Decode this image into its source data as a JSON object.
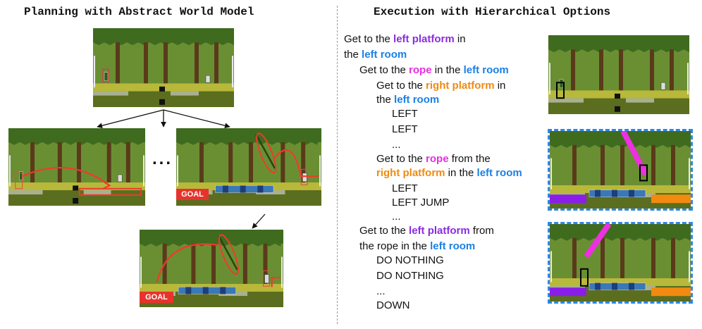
{
  "titles": {
    "left": "Planning with Abstract World Model",
    "right": "Execution with Hierarchical Options"
  },
  "ellipsis": "...",
  "goal_label": "GOAL",
  "colors": {
    "left_platform": "#8b2be2",
    "left_room": "#1a80e6",
    "rope": "#e82ee0",
    "right_platform": "#f08a12",
    "plan_arrow": "#ee3b2b",
    "highlight_border": "#2f87e8"
  },
  "instructions": [
    {
      "parts": [
        {
          "t": "Get to the "
        },
        {
          "t": "left platform",
          "c": "purple"
        },
        {
          "t": " in"
        }
      ]
    },
    {
      "parts": [
        {
          "t": "the "
        },
        {
          "t": "left room",
          "c": "blue"
        }
      ]
    },
    {
      "parts": [
        {
          "t": "Get to the "
        },
        {
          "t": "rope",
          "c": "magenta"
        },
        {
          "t": " in the "
        },
        {
          "t": "left room",
          "c": "blue"
        }
      ]
    },
    {
      "parts": [
        {
          "t": "Get to the "
        },
        {
          "t": "right platform",
          "c": "orange"
        },
        {
          "t": " in"
        }
      ]
    },
    {
      "parts": [
        {
          "t": "the "
        },
        {
          "t": "left room",
          "c": "blue"
        }
      ]
    },
    {
      "parts": [
        {
          "t": "LEFT"
        }
      ]
    },
    {
      "parts": [
        {
          "t": "LEFT"
        }
      ]
    },
    {
      "parts": [
        {
          "t": "..."
        }
      ]
    },
    {
      "parts": [
        {
          "t": "Get to the "
        },
        {
          "t": "rope",
          "c": "magenta"
        },
        {
          "t": " from the"
        }
      ]
    },
    {
      "parts": [
        {
          "t": "right platform",
          "c": "orange"
        },
        {
          "t": " in the "
        },
        {
          "t": "left room",
          "c": "blue"
        }
      ]
    },
    {
      "parts": [
        {
          "t": "LEFT"
        }
      ]
    },
    {
      "parts": [
        {
          "t": "LEFT JUMP"
        }
      ]
    },
    {
      "parts": [
        {
          "t": "..."
        }
      ]
    },
    {
      "parts": [
        {
          "t": "Get to the "
        },
        {
          "t": "left platform",
          "c": "purple"
        },
        {
          "t": " from"
        }
      ]
    },
    {
      "parts": [
        {
          "t": "the rope in the "
        },
        {
          "t": "left room",
          "c": "blue"
        }
      ]
    },
    {
      "parts": [
        {
          "t": "DO NOTHING"
        }
      ]
    },
    {
      "parts": [
        {
          "t": "DO NOTHING"
        }
      ]
    },
    {
      "parts": [
        {
          "t": "..."
        }
      ]
    },
    {
      "parts": [
        {
          "t": "DOWN"
        }
      ]
    }
  ]
}
